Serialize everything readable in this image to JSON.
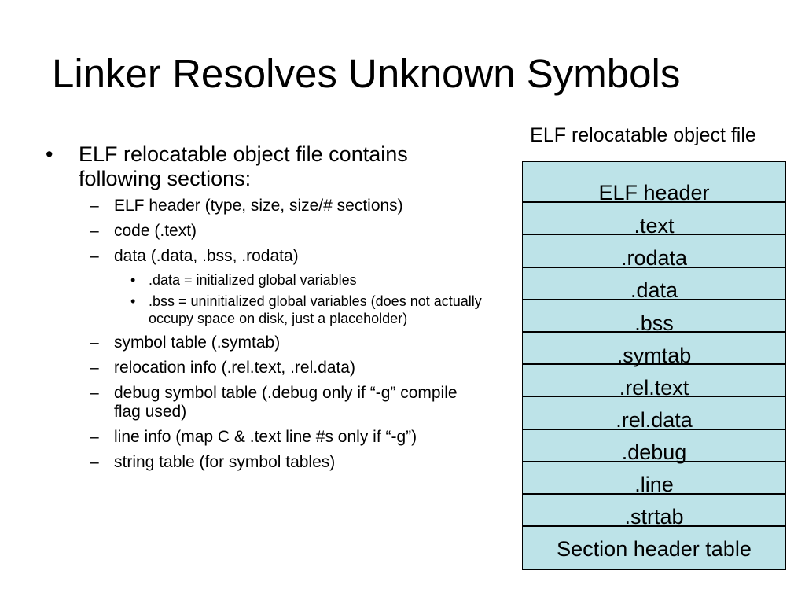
{
  "slide": {
    "title": "Linker Resolves Unknown Symbols",
    "bullet_mark": "•",
    "dash_mark": "–",
    "bullets": [
      {
        "text": "ELF relocatable object file contains following sections:",
        "items": [
          {
            "text": "ELF header (type, size, size/# sections)"
          },
          {
            "text": "code (.text)"
          },
          {
            "text": "data (.data, .bss, .rodata)",
            "items": [
              {
                "text": ".data = initialized global variables"
              },
              {
                "text": ".bss = uninitialized global variables (does not actually occupy space on disk, just a placeholder)"
              }
            ]
          },
          {
            "text": "symbol table (.symtab)"
          },
          {
            "text": "relocation info (.rel.text, .rel.data)"
          },
          {
            "text": "debug symbol table (.debug only if “-g” compile flag used)"
          },
          {
            "text": "line info (map C & .text line #s only if “-g”)"
          },
          {
            "text": "string table (for symbol tables)"
          }
        ]
      }
    ]
  },
  "elf_file": {
    "caption": "ELF relocatable object file",
    "fill_color": "#bde3e8",
    "sections": [
      "ELF header",
      ".text",
      ".rodata",
      ".data",
      ".bss",
      ".symtab",
      ".rel.text",
      ".rel.data",
      ".debug",
      ".line",
      ".strtab",
      "Section header table"
    ]
  }
}
